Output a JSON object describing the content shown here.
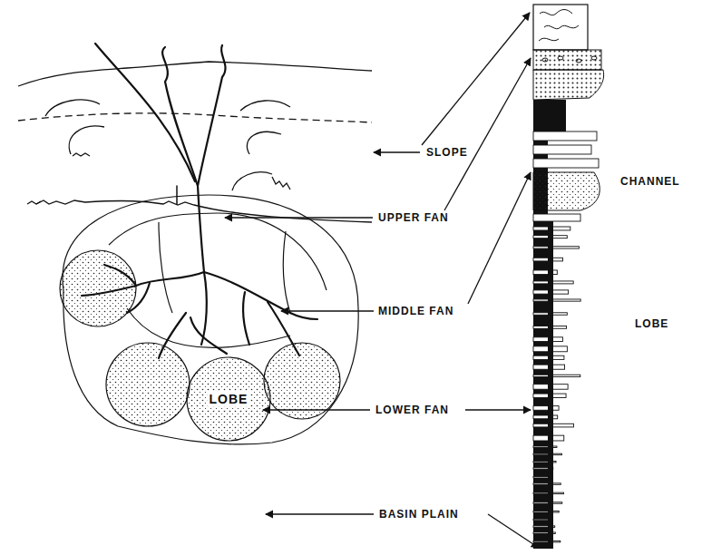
{
  "diagram": {
    "nodes": [
      {
        "text": [
          "LOBE"
        ]
      }
    ],
    "labels": [
      "SLOPE",
      "UPPER FAN",
      "MIDDLE FAN",
      "LOWER FAN",
      "BASIN PLAIN",
      "CHANNEL",
      "LOBE"
    ]
  }
}
